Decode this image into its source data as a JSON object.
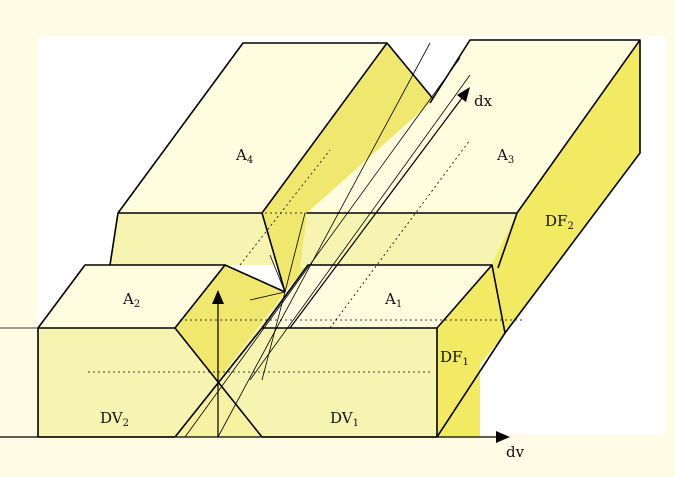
{
  "labels": {
    "a4": {
      "main": "A",
      "sub": "4"
    },
    "a3": {
      "main": "A",
      "sub": "3"
    },
    "a2": {
      "main": "A",
      "sub": "2"
    },
    "a1": {
      "main": "A",
      "sub": "1"
    },
    "df2": {
      "main": "DF",
      "sub": "2"
    },
    "df1": {
      "main": "DF",
      "sub": "1"
    },
    "dv2": {
      "main": "DV",
      "sub": "2"
    },
    "dv1": {
      "main": "DV",
      "sub": "1"
    }
  },
  "axes": {
    "dx": "dx",
    "dv": "dv"
  },
  "colors": {
    "background": "#fffce6",
    "panel": "#ffffff",
    "top_face": "#fffde0",
    "front_face": "#f7f4b2",
    "side_face": "#f2ea62",
    "bevel_face": "#f0e86e",
    "bevel_light": "#f7f2a2"
  }
}
